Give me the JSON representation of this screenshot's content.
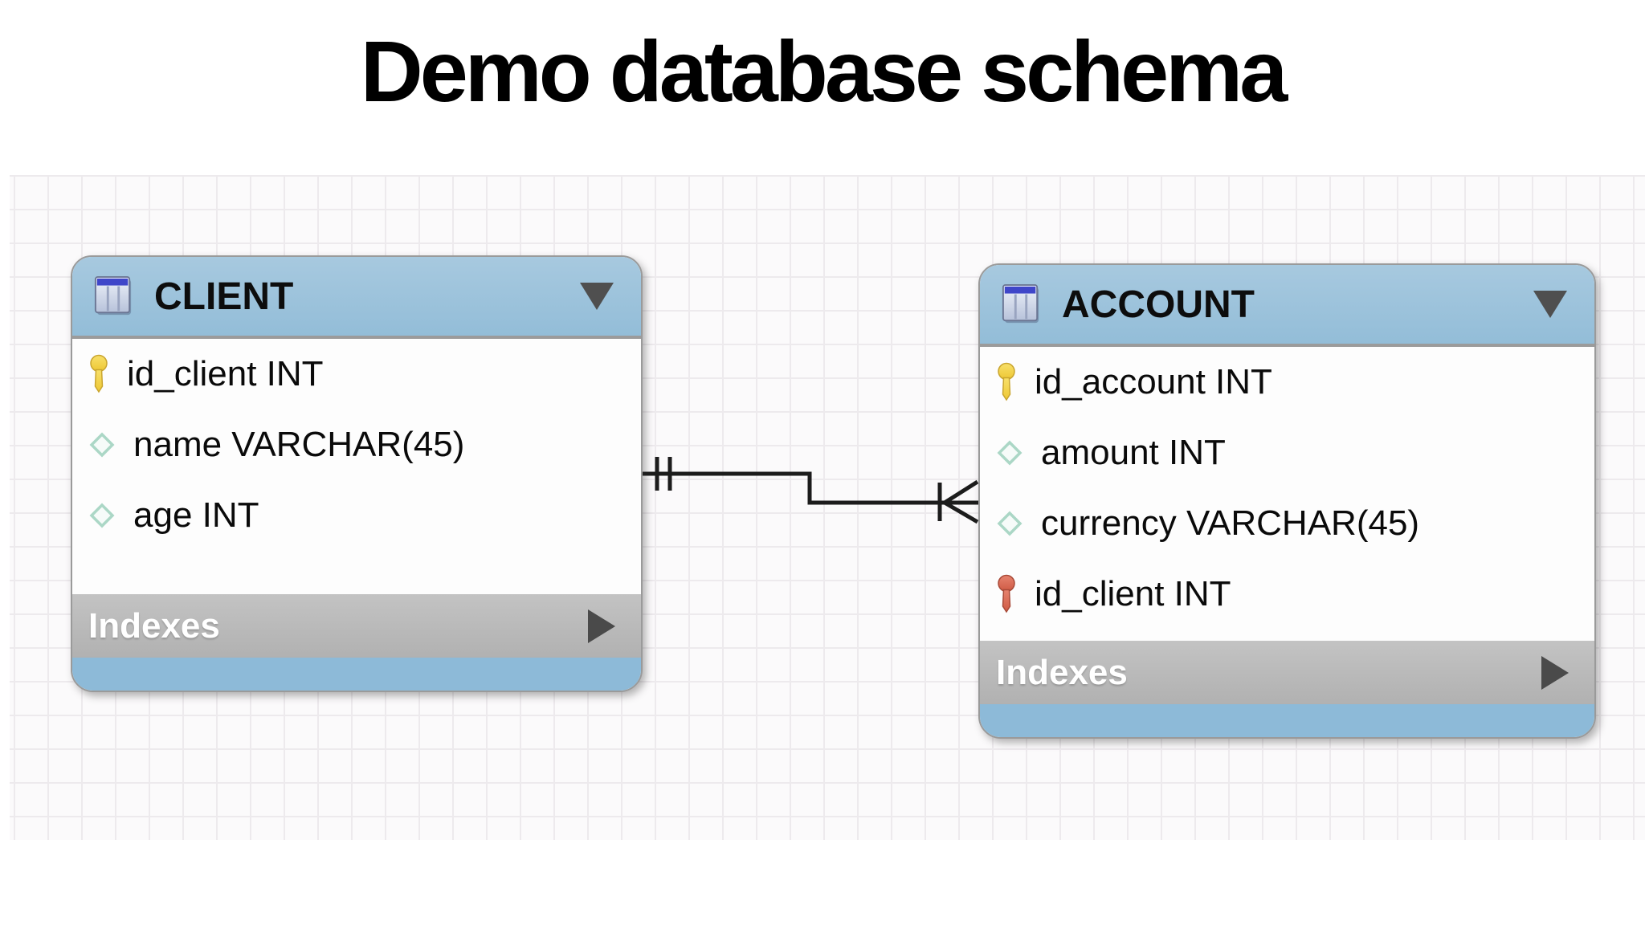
{
  "title": "Demo database schema",
  "diagram": {
    "type": "er-diagram",
    "tables": [
      {
        "name": "CLIENT",
        "fields": [
          {
            "icon": "primary-key-icon",
            "text": "id_client INT"
          },
          {
            "icon": "column-icon",
            "text": "name VARCHAR(45)"
          },
          {
            "icon": "column-icon",
            "text": "age INT"
          }
        ],
        "section_label": "Indexes"
      },
      {
        "name": "ACCOUNT",
        "fields": [
          {
            "icon": "primary-key-icon",
            "text": "id_account INT"
          },
          {
            "icon": "column-icon",
            "text": "amount INT"
          },
          {
            "icon": "column-icon",
            "text": "currency VARCHAR(45)"
          },
          {
            "icon": "foreign-key-icon",
            "text": "id_client INT"
          }
        ],
        "section_label": "Indexes"
      }
    ],
    "relationship": {
      "from_table": "CLIENT",
      "to_table": "ACCOUNT",
      "from_cardinality": "exactly-one",
      "to_cardinality": "many",
      "notation": "crow-foot"
    }
  },
  "colors": {
    "table_header_blue": "#9ac2db",
    "table_footer_blue": "#8dbad8",
    "indexes_bar_gray": "#b9b9b9",
    "primary_key_icon_yellow": "#f5d84a",
    "foreign_key_icon_red": "#d96a55",
    "column_icon_teal": "#b5dccc",
    "relationship_line": "#1c1c1c",
    "grid_line": "#edeaed",
    "canvas_background": "#fbfafb"
  }
}
